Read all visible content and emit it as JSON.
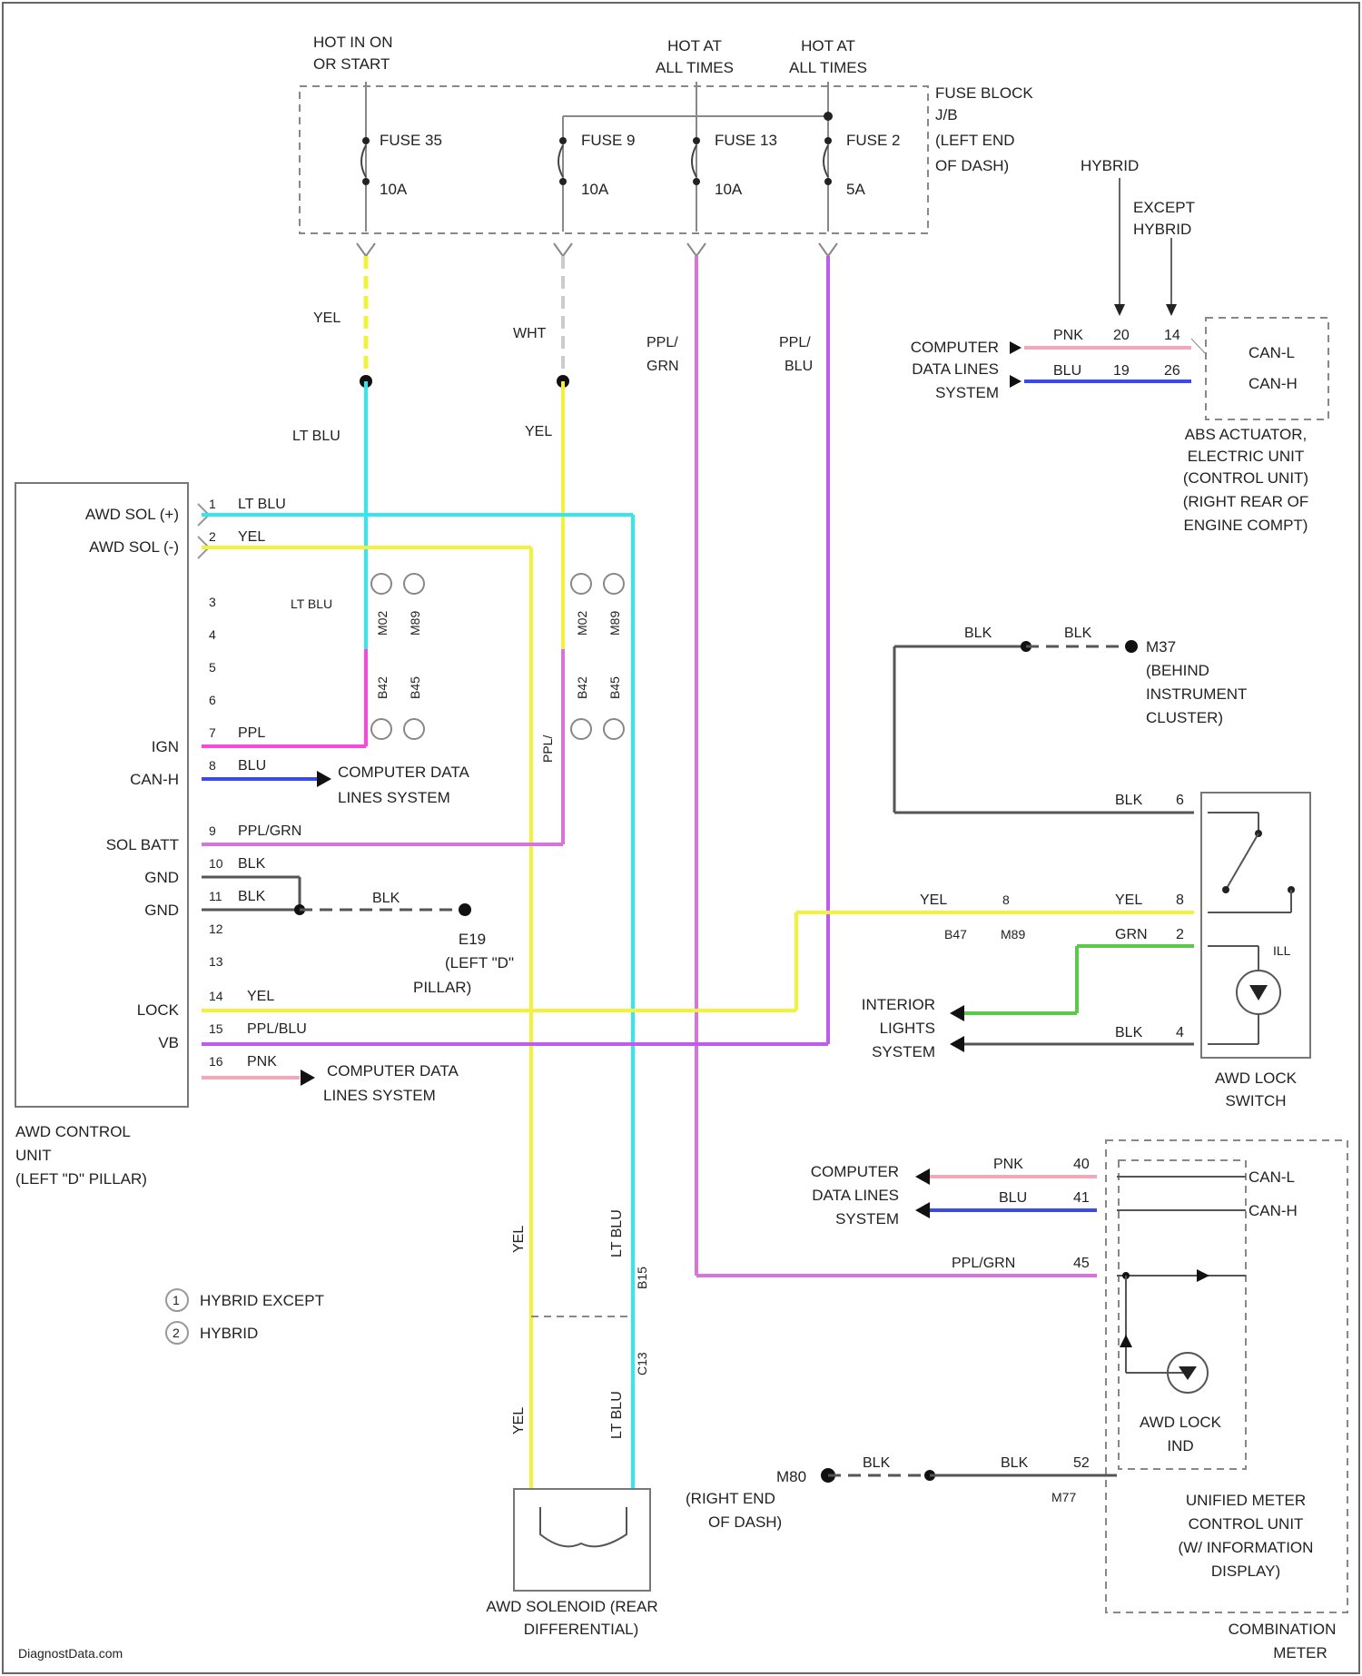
{
  "header": {
    "hot_run_start": [
      "HOT IN ON",
      "OR START"
    ],
    "hot_all_1": [
      "HOT AT",
      "ALL TIMES"
    ],
    "hot_all_2": [
      "HOT AT",
      "ALL TIMES"
    ]
  },
  "fuse_block": {
    "label": [
      "FUSE BLOCK",
      "J/B",
      "(LEFT END",
      "OF DASH)"
    ],
    "fuses": [
      {
        "name": "FUSE 35",
        "amps": "10A"
      },
      {
        "name": "FUSE 9",
        "amps": "10A"
      },
      {
        "name": "FUSE 13",
        "amps": "10A"
      },
      {
        "name": "FUSE 2",
        "amps": "5A"
      }
    ]
  },
  "wires": {
    "yel": "YEL",
    "wht": "WHT",
    "ppl_grn": [
      "PPL/",
      "GRN"
    ],
    "ppl_blu": [
      "PPL/",
      "BLU"
    ],
    "lt_blu": "LT BLU",
    "blk": "BLK",
    "pnk": "PNK",
    "blu": "BLU",
    "grn": "GRN"
  },
  "abs": {
    "hybrid": "HYBRID",
    "except_hybrid": [
      "EXCEPT",
      "HYBRID"
    ],
    "can_l": "CAN-L",
    "can_h": "CAN-H",
    "pins": [
      "20",
      "14",
      "19",
      "26"
    ],
    "label": [
      "ABS ACTUATOR,",
      "ELECTRIC UNIT",
      "(CONTROL UNIT)",
      "(RIGHT REAR OF",
      "ENGINE COMPT)"
    ],
    "data_lines": [
      "COMPUTER",
      "DATA LINES",
      "SYSTEM"
    ]
  },
  "awd_control": {
    "pins": [
      {
        "num": "1",
        "name": "AWD SOL (+)",
        "wire": "LT BLU"
      },
      {
        "num": "2",
        "name": "AWD SOL (-)",
        "wire": "YEL"
      },
      {
        "num": "3",
        "name": "",
        "wire": ""
      },
      {
        "num": "4",
        "name": "",
        "wire": ""
      },
      {
        "num": "5",
        "name": "",
        "wire": ""
      },
      {
        "num": "6",
        "name": "",
        "wire": ""
      },
      {
        "num": "7",
        "name": "IGN",
        "wire": "PPL"
      },
      {
        "num": "8",
        "name": "CAN-H",
        "wire": "BLU"
      },
      {
        "num": "9",
        "name": "SOL BATT",
        "wire": "PPL/GRN"
      },
      {
        "num": "10",
        "name": "GND",
        "wire": "BLK"
      },
      {
        "num": "11",
        "name": "GND",
        "wire": "BLK"
      },
      {
        "num": "12",
        "name": "",
        "wire": ""
      },
      {
        "num": "13",
        "name": "",
        "wire": ""
      },
      {
        "num": "14",
        "name": "LOCK",
        "wire": "YEL"
      },
      {
        "num": "15",
        "name": "VB",
        "wire": "PPL/BLU"
      },
      {
        "num": "16",
        "name": "",
        "wire": "PNK"
      }
    ],
    "label": [
      "AWD CONTROL",
      "UNIT",
      "(LEFT \"D\" PILLAR)"
    ],
    "data_lines_1": [
      "COMPUTER DATA",
      "LINES SYSTEM"
    ],
    "data_lines_2": [
      "COMPUTER DATA",
      "LINES SYSTEM"
    ],
    "ground": [
      "E19",
      "(LEFT \"D\"",
      "PILLAR)"
    ]
  },
  "connectors": {
    "m02": "M02",
    "m89": "M89",
    "b42": "B42",
    "b45": "B45",
    "b47": "B47",
    "m89b": "M89",
    "b15": "B15",
    "c13": "C13"
  },
  "awd_lock_switch": {
    "ground": [
      "M37",
      "(BEHIND",
      "INSTRUMENT",
      "CLUSTER)"
    ],
    "label": [
      "AWD LOCK",
      "SWITCH"
    ],
    "interior": [
      "INTERIOR",
      "LIGHTS",
      "SYSTEM"
    ],
    "ill": "ILL",
    "pins": [
      "6",
      "8",
      "2",
      "4"
    ]
  },
  "combo_meter": {
    "pins": [
      "40",
      "41",
      "45",
      "52"
    ],
    "data_lines": [
      "COMPUTER",
      "DATA LINES",
      "SYSTEM"
    ],
    "ind": [
      "AWD LOCK",
      "IND"
    ],
    "unified": [
      "UNIFIED METER",
      "CONTROL UNIT",
      "(W/ INFORMATION",
      "DISPLAY)"
    ],
    "label": [
      "COMBINATION",
      "METER"
    ],
    "ground": [
      "M80",
      "(RIGHT END",
      "OF DASH)"
    ],
    "m77": "M77"
  },
  "solenoid": {
    "label": [
      "AWD SOLENOID (REAR",
      "DIFFERENTIAL)"
    ]
  },
  "legend": {
    "one": "HYBRID EXCEPT",
    "two": "HYBRID"
  },
  "watermark": "DiagnostData.com",
  "colors": {
    "lt_blu": "#33e6f0",
    "yel": "#f2f23a",
    "ppl": "#ff44e0",
    "ppl_grn": "#d873dd",
    "ppl_blu": "#c15bf0",
    "pnk": "#f3a7b8",
    "blu": "#3a4ae8",
    "grn": "#5cc848",
    "blk": "#555555",
    "wht": "#cccccc"
  }
}
